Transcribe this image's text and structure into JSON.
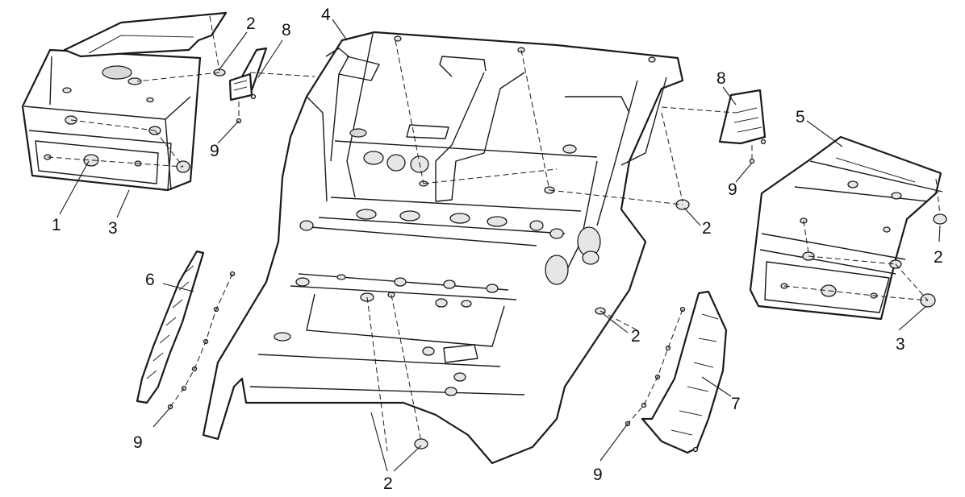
{
  "callouts": {
    "c1": "1",
    "c2a": "2",
    "c2b": "2",
    "c2c": "2",
    "c2d": "2",
    "c2e": "2",
    "c3a": "3",
    "c3b": "3",
    "c4": "4",
    "c5": "5",
    "c6": "6",
    "c7": "7",
    "c8a": "8",
    "c8b": "8",
    "c9a": "9",
    "c9b": "9",
    "c9c": "9",
    "c9d": "9"
  },
  "colors": {
    "line": "#1a1a1a",
    "fill": "#ffffff",
    "shade": "#d9d9d9"
  }
}
